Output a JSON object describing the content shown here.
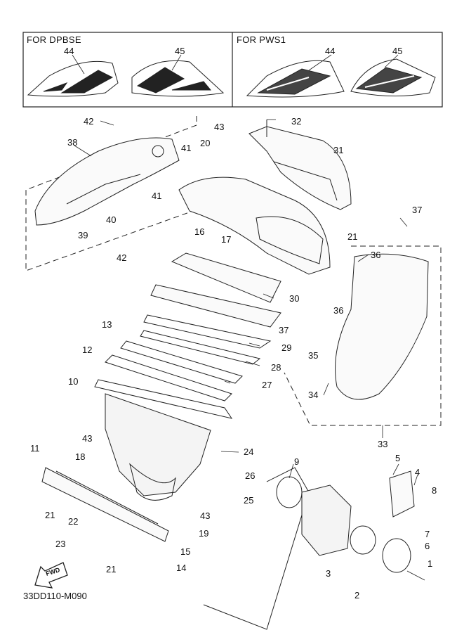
{
  "headers": {
    "left": "FOR DPBSE",
    "right": "FOR PWS1"
  },
  "diagram_code": "33DD110-M090",
  "fwd_label": "FWD",
  "callouts": [
    {
      "id": "44a",
      "label": "44"
    },
    {
      "id": "45a",
      "label": "45"
    },
    {
      "id": "44b",
      "label": "44"
    },
    {
      "id": "45b",
      "label": "45"
    },
    {
      "id": "42a",
      "label": "42"
    },
    {
      "id": "43a",
      "label": "43"
    },
    {
      "id": "32",
      "label": "32"
    },
    {
      "id": "38",
      "label": "38"
    },
    {
      "id": "20",
      "label": "20"
    },
    {
      "id": "41a",
      "label": "41"
    },
    {
      "id": "31",
      "label": "31"
    },
    {
      "id": "41b",
      "label": "41"
    },
    {
      "id": "37a",
      "label": "37"
    },
    {
      "id": "40",
      "label": "40"
    },
    {
      "id": "39",
      "label": "39"
    },
    {
      "id": "16",
      "label": "16"
    },
    {
      "id": "17",
      "label": "17"
    },
    {
      "id": "21a",
      "label": "21"
    },
    {
      "id": "42b",
      "label": "42"
    },
    {
      "id": "36a",
      "label": "36"
    },
    {
      "id": "30",
      "label": "30"
    },
    {
      "id": "36b",
      "label": "36"
    },
    {
      "id": "37b",
      "label": "37"
    },
    {
      "id": "13",
      "label": "13"
    },
    {
      "id": "29",
      "label": "29"
    },
    {
      "id": "12",
      "label": "12"
    },
    {
      "id": "35",
      "label": "35"
    },
    {
      "id": "28",
      "label": "28"
    },
    {
      "id": "10",
      "label": "10"
    },
    {
      "id": "27",
      "label": "27"
    },
    {
      "id": "34",
      "label": "34"
    },
    {
      "id": "33",
      "label": "33"
    },
    {
      "id": "43b",
      "label": "43"
    },
    {
      "id": "24",
      "label": "24"
    },
    {
      "id": "11",
      "label": "11"
    },
    {
      "id": "18",
      "label": "18"
    },
    {
      "id": "9",
      "label": "9"
    },
    {
      "id": "5",
      "label": "5"
    },
    {
      "id": "4",
      "label": "4"
    },
    {
      "id": "26",
      "label": "26"
    },
    {
      "id": "8",
      "label": "8"
    },
    {
      "id": "25",
      "label": "25"
    },
    {
      "id": "21b",
      "label": "21"
    },
    {
      "id": "43c",
      "label": "43"
    },
    {
      "id": "22",
      "label": "22"
    },
    {
      "id": "19",
      "label": "19"
    },
    {
      "id": "7",
      "label": "7"
    },
    {
      "id": "6",
      "label": "6"
    },
    {
      "id": "23",
      "label": "23"
    },
    {
      "id": "15",
      "label": "15"
    },
    {
      "id": "1",
      "label": "1"
    },
    {
      "id": "21c",
      "label": "21"
    },
    {
      "id": "14",
      "label": "14"
    },
    {
      "id": "3",
      "label": "3"
    },
    {
      "id": "2",
      "label": "2"
    }
  ]
}
